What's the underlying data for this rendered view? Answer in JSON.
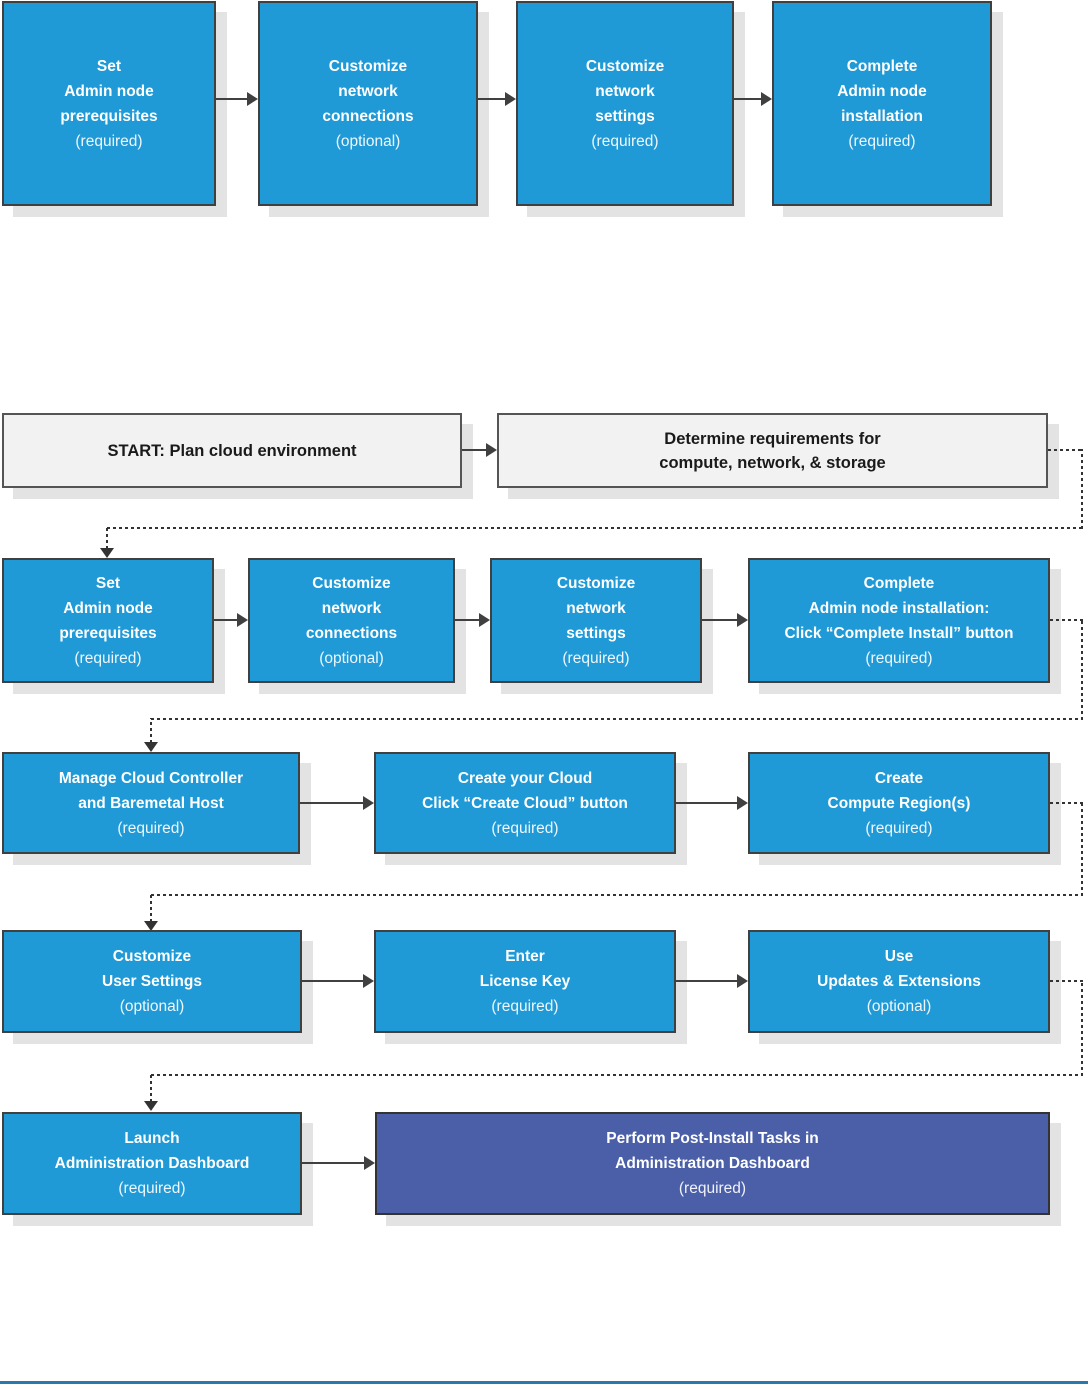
{
  "colors": {
    "step_blue": "#1f9ad6",
    "final_purple": "#4a5fa8",
    "start_gray": "#f2f2f2",
    "shadow": "#e3e3e3",
    "connector": "#333333",
    "bottom_rule_blue": "#2779ae"
  },
  "legend": {
    "boxes": [
      {
        "title": "Set\nAdmin node\nprerequisites",
        "note": "(required)"
      },
      {
        "title": "Customize\nnetwork\nconnections",
        "note": "(optional)"
      },
      {
        "title": "Customize\nnetwork\nsettings",
        "note": "(required)"
      },
      {
        "title": "Complete\nAdmin node\ninstallation",
        "note": "(required)"
      }
    ]
  },
  "flow": {
    "start": {
      "title": "START: Plan cloud environment"
    },
    "determine": {
      "title": "Determine requirements for\ncompute, network, & storage"
    },
    "admin_row": [
      {
        "title": "Set\nAdmin node\nprerequisites",
        "note": "(required)"
      },
      {
        "title": "Customize\nnetwork\nconnections",
        "note": "(optional)"
      },
      {
        "title": "Customize\nnetwork\nsettings",
        "note": "(required)"
      },
      {
        "title": "Complete\nAdmin node installation:\nClick “Complete Install” button",
        "note": "(required)"
      }
    ],
    "cloud_row": [
      {
        "title": "Manage Cloud Controller\nand Baremetal Host",
        "note": "(required)"
      },
      {
        "title": "Create your Cloud\nClick “Create Cloud” button",
        "note": "(required)"
      },
      {
        "title": "Create\nCompute Region(s)",
        "note": "(required)"
      }
    ],
    "settings_row": [
      {
        "title": "Customize\nUser Settings",
        "note": "(optional)"
      },
      {
        "title": "Enter\nLicense Key",
        "note": "(required)"
      },
      {
        "title": "Use\nUpdates & Extensions",
        "note": "(optional)"
      }
    ],
    "final_row": [
      {
        "title": "Launch\nAdministration Dashboard",
        "note": "(required)"
      },
      {
        "title": "Perform Post-Install Tasks in\nAdministration Dashboard",
        "note": "(required)"
      }
    ]
  }
}
